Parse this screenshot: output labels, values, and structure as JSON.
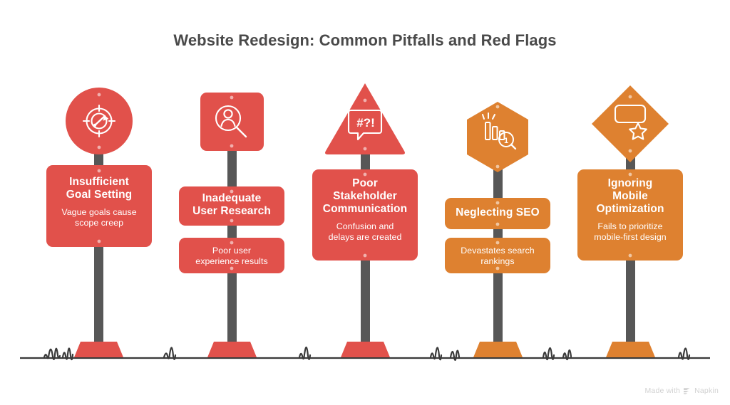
{
  "title": "Website Redesign: Common Pitfalls and Red Flags",
  "colors": {
    "red": "#E1514B",
    "orange": "#DE8130",
    "post": "#575757",
    "ground": "#3a3a3a",
    "title_text": "#4a4a4a",
    "background": "#ffffff",
    "watermark": "#d2d2d2"
  },
  "watermark": {
    "text": "Made with",
    "brand": "Napkin",
    "icon": "napkin-logo-icon"
  },
  "signs": [
    {
      "id": "insufficient-goal-setting",
      "color": "#E1514B",
      "head_shape": "circle",
      "icon": "target-goal-icon",
      "panels": [
        {
          "kind": "combined",
          "title": "Insufficient\nGoal Setting",
          "title_lines": [
            "Insufficient",
            "Goal Setting"
          ],
          "subtitle_lines": [
            "Vague goals cause",
            "scope creep"
          ]
        }
      ]
    },
    {
      "id": "inadequate-user-research",
      "color": "#E1514B",
      "head_shape": "square",
      "icon": "user-search-icon",
      "panels": [
        {
          "kind": "title",
          "title_lines": [
            "Inadequate",
            "User Research"
          ]
        },
        {
          "kind": "subtitle",
          "subtitle_lines": [
            "Poor user",
            "experience results"
          ]
        }
      ]
    },
    {
      "id": "poor-stakeholder-communication",
      "color": "#E1514B",
      "head_shape": "triangle",
      "icon": "speech-bubble-expletive-icon",
      "panels": [
        {
          "kind": "combined",
          "title_lines": [
            "Poor",
            "Stakeholder",
            "Communication"
          ],
          "subtitle_lines": [
            "Confusion and",
            "delays are created"
          ]
        }
      ]
    },
    {
      "id": "neglecting-seo",
      "color": "#DE8130",
      "head_shape": "hexagon",
      "icon": "declining-bar-chart-search-icon",
      "panels": [
        {
          "kind": "title",
          "title_lines": [
            "Neglecting SEO"
          ]
        },
        {
          "kind": "subtitle",
          "subtitle_lines": [
            "Devastates search",
            "rankings"
          ]
        }
      ]
    },
    {
      "id": "ignoring-mobile-optimization",
      "color": "#DE8130",
      "head_shape": "diamond",
      "icon": "mobile-device-star-icon",
      "panels": [
        {
          "kind": "combined",
          "title_lines": [
            "Ignoring",
            "Mobile",
            "Optimization"
          ],
          "subtitle_lines": [
            "Fails to prioritize",
            "mobile-first design"
          ]
        }
      ]
    }
  ]
}
